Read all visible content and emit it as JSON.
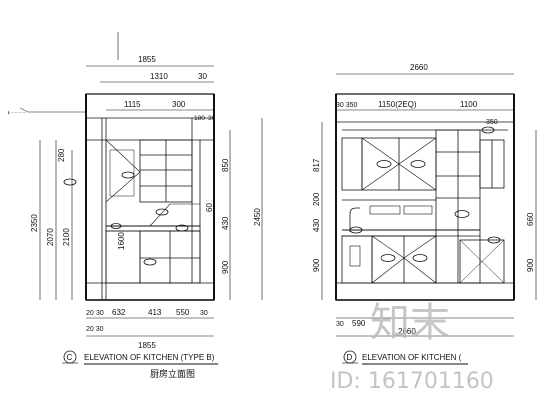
{
  "left_drawing": {
    "top_dimensions": [
      "1855",
      "1310",
      "30",
      "1115",
      "300",
      "180",
      "30"
    ],
    "left_dimensions": [
      "280",
      "2350",
      "2070",
      "2100",
      "1600"
    ],
    "right_dimensions": [
      "850",
      "60",
      "430",
      "900",
      "2450"
    ],
    "bottom_dimensions": [
      "20",
      "30",
      "632",
      "413",
      "550",
      "30",
      "20 30",
      "1855"
    ],
    "small_label": "ℹ ⋯⋯⋯⋯",
    "marker_letter": "C",
    "title": "ELEVATION OF KITCHEN (TYPE B)",
    "subtitle": "厨房立面图"
  },
  "right_drawing": {
    "top_dimensions": [
      "2660",
      "30 350",
      "1150(2EQ)",
      "1100",
      "350"
    ],
    "left_dimensions": [
      "817",
      "200",
      "430",
      "900"
    ],
    "right_dimensions": [
      "660",
      "900"
    ],
    "bottom_dimensions": [
      "30",
      "590",
      "2660"
    ],
    "marker_letter": "D",
    "title": "ELEVATION OF KITCHEN ("
  },
  "watermark": {
    "logo_text": "知末",
    "id_text": "ID: 161701160"
  }
}
